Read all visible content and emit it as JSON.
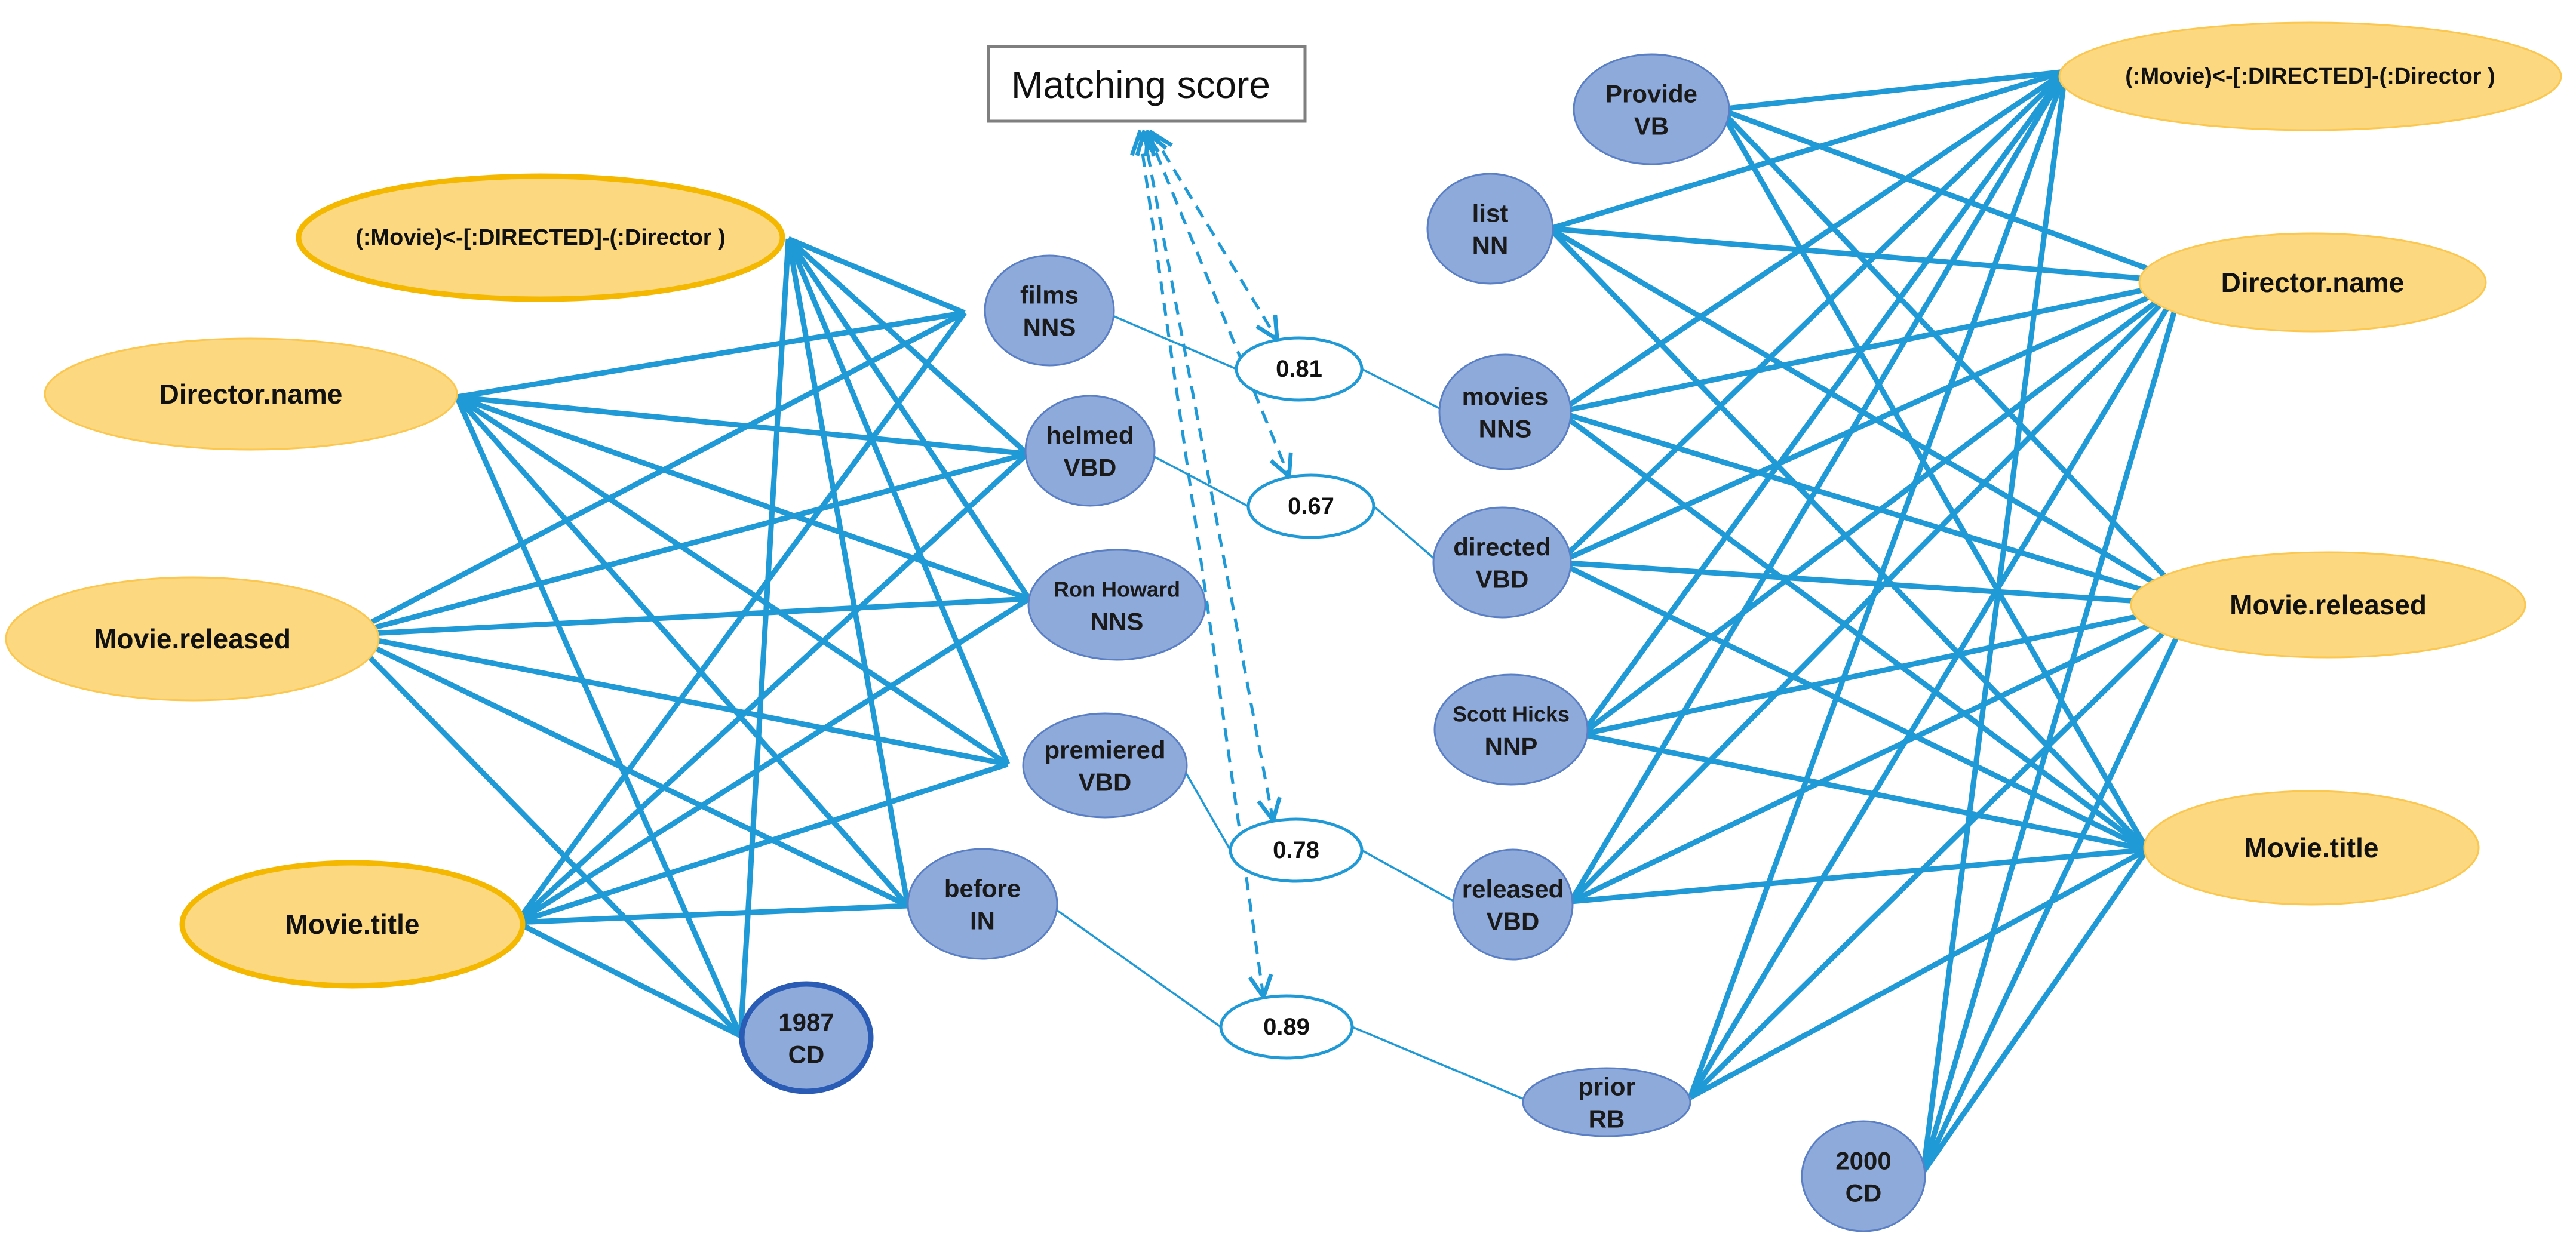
{
  "matching_label": "Matching score",
  "left_schema": [
    {
      "id": "l_dir_rel",
      "label": "(:Movie)<-[:DIRECTED]-(:Director )",
      "highlight": true
    },
    {
      "id": "l_dir_name",
      "label": "Director.name",
      "highlight": false
    },
    {
      "id": "l_released",
      "label": "Movie.released",
      "highlight": false
    },
    {
      "id": "l_title",
      "label": "Movie.title",
      "highlight": true
    }
  ],
  "left_tokens": [
    {
      "id": "l_films",
      "word": "films",
      "tag": "NNS",
      "highlight": false
    },
    {
      "id": "l_helmed",
      "word": "helmed",
      "tag": "VBD",
      "highlight": false
    },
    {
      "id": "l_ron",
      "word": "Ron Howard",
      "tag": "NNS",
      "highlight": false
    },
    {
      "id": "l_premiered",
      "word": "premiered",
      "tag": "VBD",
      "highlight": false
    },
    {
      "id": "l_before",
      "word": "before",
      "tag": "IN",
      "highlight": false
    },
    {
      "id": "l_1987",
      "word": "1987",
      "tag": "CD",
      "highlight": true
    }
  ],
  "right_schema": [
    {
      "id": "r_dir_rel",
      "label": "(:Movie)<-[:DIRECTED]-(:Director )",
      "highlight": false
    },
    {
      "id": "r_dir_name",
      "label": "Director.name",
      "highlight": false
    },
    {
      "id": "r_released",
      "label": "Movie.released",
      "highlight": false
    },
    {
      "id": "r_title",
      "label": "Movie.title",
      "highlight": false
    }
  ],
  "right_tokens": [
    {
      "id": "r_provide",
      "word": "Provide",
      "tag": "VB",
      "highlight": false
    },
    {
      "id": "r_list",
      "word": "list",
      "tag": "NN",
      "highlight": false
    },
    {
      "id": "r_movies",
      "word": "movies",
      "tag": "NNS",
      "highlight": false
    },
    {
      "id": "r_directed",
      "word": "directed",
      "tag": "VBD",
      "highlight": false
    },
    {
      "id": "r_scott",
      "word": "Scott Hicks",
      "tag": "NNP",
      "highlight": false
    },
    {
      "id": "r_released_tok",
      "word": "released",
      "tag": "VBD",
      "highlight": false
    },
    {
      "id": "r_prior",
      "word": "prior",
      "tag": "RB",
      "highlight": false
    },
    {
      "id": "r_2000",
      "word": "2000",
      "tag": "CD",
      "highlight": false
    }
  ],
  "scores": [
    {
      "id": "s1",
      "value": "0.81",
      "left": "l_films",
      "right": "r_movies"
    },
    {
      "id": "s2",
      "value": "0.67",
      "left": "l_helmed",
      "right": "r_directed"
    },
    {
      "id": "s3",
      "value": "0.78",
      "left": "l_premiered",
      "right": "r_released_tok"
    },
    {
      "id": "s4",
      "value": "0.89",
      "left": "l_before",
      "right": "r_prior"
    }
  ],
  "colors": {
    "edge": "#1f9ad6",
    "schema_fill": "#fcd981",
    "schema_highlight_border": "#f5b800",
    "token_fill": "#8eaadb",
    "token_highlight_border": "#2a5bb5",
    "box_border": "#7f7f7f"
  }
}
